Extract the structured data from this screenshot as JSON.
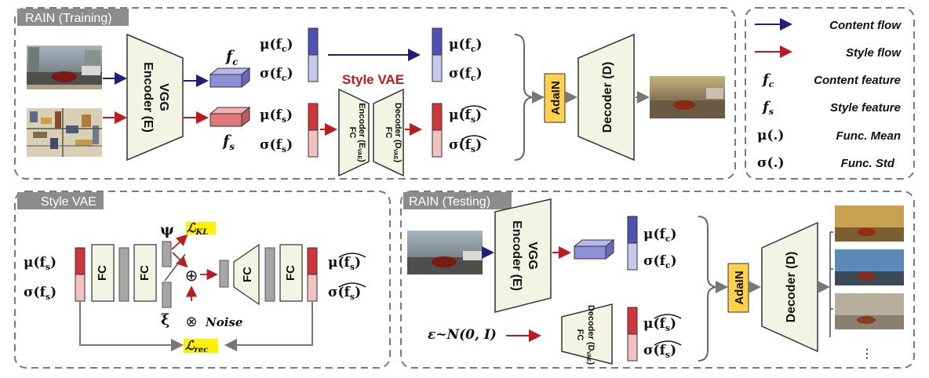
{
  "panels": {
    "training_title": "RAIN (Training)",
    "style_vae_title": "Style VAE",
    "testing_title": "RAIN (Testing)"
  },
  "labels": {
    "encoder": [
      "VGG",
      "Encoder (E)"
    ],
    "decoder": "Decoder (D)",
    "adain": "AdaIN",
    "style_vae_red": "Style VAE",
    "fc": "FC",
    "fc_encoder": [
      "FC",
      "Encoder (E",
      "VAE",
      ")"
    ],
    "fc_decoder": [
      "FC",
      "Decoder (D",
      "VAE",
      ")"
    ],
    "f_c": "f",
    "f_c_sub": "c",
    "f_s": "f",
    "f_s_sub": "s",
    "mu_fc": "μ(f",
    "sigma_fc": "σ(f",
    "mu_fs": "μ(f",
    "sigma_fs": "σ(f",
    "close_paren": ")",
    "psi": "ψ",
    "xi": "ξ",
    "loss_kl": "ℒ",
    "loss_kl_sub": "KL",
    "loss_rec": "ℒ",
    "loss_rec_sub": "rec",
    "noise": "Noise",
    "oplus": "⊕",
    "otimes": "⊗",
    "epsilon": "ε~N(0, I)",
    "ellipsis": "⋮"
  },
  "legend": {
    "content_flow": "Content flow",
    "style_flow": "Style flow",
    "fc_sym": "f",
    "fc_sub": "c",
    "content_feature": "Content feature",
    "fs_sym": "f",
    "fs_sub": "s",
    "style_feature": "Style feature",
    "mu_sym": "μ(.)",
    "func_mean": "Func. Mean",
    "sigma_sym": "σ(.)",
    "func_std": "Func. Std"
  },
  "colors": {
    "content": "#1f1f7a",
    "style": "#c0191c",
    "box_fill": "#f3f4e3",
    "fc_feature": "#8f8fd6",
    "fs_feature": "#e07a7a",
    "adain": "#ffd24a",
    "highlight": "#fff200",
    "mu_c": "#5050b8",
    "sigma_c": "#c8c8ec",
    "mu_s": "#d0353a",
    "sigma_s": "#f2c0c0",
    "dash": "#7a7a7a"
  }
}
